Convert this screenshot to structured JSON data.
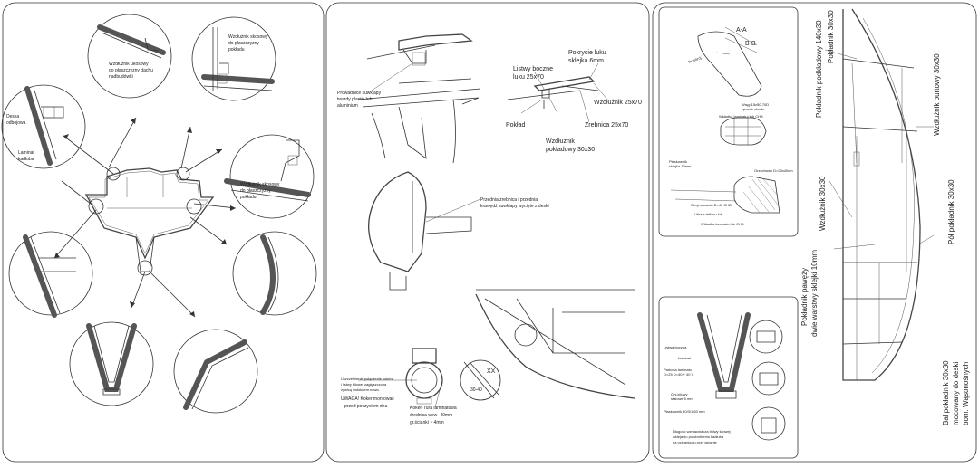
{
  "panel1": {
    "labels": {
      "wzdluznik_ukosowy": [
        "Wzdłużnik ukosowy",
        "do płaszczyzny dachu",
        "nadbudówki"
      ],
      "wzdluznik_skosowy_top": [
        "Wzdłużnik skosowy",
        "do płaszczyzny",
        "pokładu"
      ],
      "deska_odbojowa": [
        "Deska",
        "odbojowa"
      ],
      "laminat_kadluba": [
        "Laminat",
        "kadłuba"
      ],
      "wzdluznik_skosowy_right": [
        "Wzdłużnik skosowy",
        "do płaszczyzny",
        "pokładu"
      ]
    }
  },
  "panel2": {
    "labels": {
      "prowadnice": [
        "Prowadnice suwklapy",
        "twardy plastik lub",
        "aluminium"
      ],
      "pokrywa": [
        "Pokrycie luku",
        "sklejka 6mm"
      ],
      "listwy_boczne": [
        "Listwy boczne",
        "luku 25x70"
      ],
      "wzdluznik_25": [
        "Wzdłużnik 25x70"
      ],
      "poklad": [
        "Pokład"
      ],
      "zrebnica": [
        "Zrebnica 25x70"
      ],
      "wzdluznik_poklad": [
        "Wzdłużnik",
        "pokładowy 30x30"
      ],
      "przednia_zrebnica": [
        "Przednia zrebnica i przednia",
        "krawędź suwklapy wycięte z deski"
      ],
      "uszczelnienie": [
        "Uszczelnienie połączenie kokera",
        "i listwy kilowej zagłęszczona",
        "żywicą i włóknem nowa."
      ],
      "uwaga": [
        "UWAGA! Koker montować",
        "przed poszyciem dna"
      ],
      "koker": [
        "Koker- rura laminatowa",
        "średnica wew- 40mm",
        "gr.ścianki ~ 4mm"
      ],
      "xx": "XX",
      "dim": "30-40"
    }
  },
  "panel3": {
    "box1": {
      "aa": "A-A",
      "bb": "B-B",
      "small": "Przekrój",
      "wreg": [
        "Wręg 15x50-70D",
        "sposób obrotu"
      ],
      "wklejka": "Wkładka laminatu/ lub CHB",
      "plaskownik": [
        "Płaskownik",
        "sklejka 10mm"
      ],
      "orzechowy": "Orzechowy D=20x40cm",
      "obejmowania": "Obejmowania D=40 CHB",
      "litka": "Litka z teflonu lub",
      "wlozka": "Wkładka laminatu lub CHB"
    },
    "box2": {
      "listwa": "Listwa boczna",
      "laminat": "Laminat",
      "parkosa": [
        "Parkosa laminatu",
        "D=25 D=40 + 40 X"
      ],
      "grs": [
        "Grs kilowy",
        "stalowe 5 mm"
      ],
      "plaskownik": "Płaskownik 40/3/1.60 mm",
      "dlugosc": [
        "Długość wzmacniacza listwy kilowej",
        "wklejaniu po obróbeniu kadłuba",
        "na ocięgnięciu przy wiosnie"
      ]
    },
    "side": {
      "pokladnik_podkladowy": "Pokładnik podkładowy 140x30",
      "pokladnik_30": "Pokładnik 30x30",
      "wzdluznik_burtowy": "Wzdłużnik burtowy 30x30",
      "wzdluznik_30": "Wzdłużnik 30x30",
      "pol_pokladnik": "Pół pokładnik 30x30",
      "pokladnik_paweszy": [
        "Pokładnik pawęży",
        "dwie warstwy sklejki 10mm"
      ],
      "bal_pokladnik": [
        "Bal pokładnik 30x30",
        "mocowany do deski",
        "bom. Wąsonośnych"
      ]
    }
  }
}
